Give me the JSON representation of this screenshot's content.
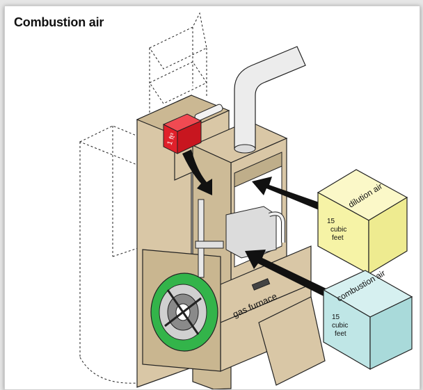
{
  "title": "Combustion air",
  "furnace_label": "gas furnace",
  "red_cube_label": "1 ft³",
  "dilution_box": {
    "title": "dilution air",
    "line1": "15",
    "line2": "cubic",
    "line3": "feet"
  },
  "combustion_box": {
    "title": "combustion air",
    "line1": "15",
    "line2": "cubic",
    "line3": "feet"
  },
  "colors": {
    "cabinet": "#d9c7a6",
    "cabinet_dark": "#c2ad87",
    "cube_red": "#e0202a",
    "dilution_fill": "#f6f3a6",
    "combustion_fill": "#bfe6e6",
    "blower_green": "#33b44a",
    "flue_pipe": "#e8e8e8"
  }
}
